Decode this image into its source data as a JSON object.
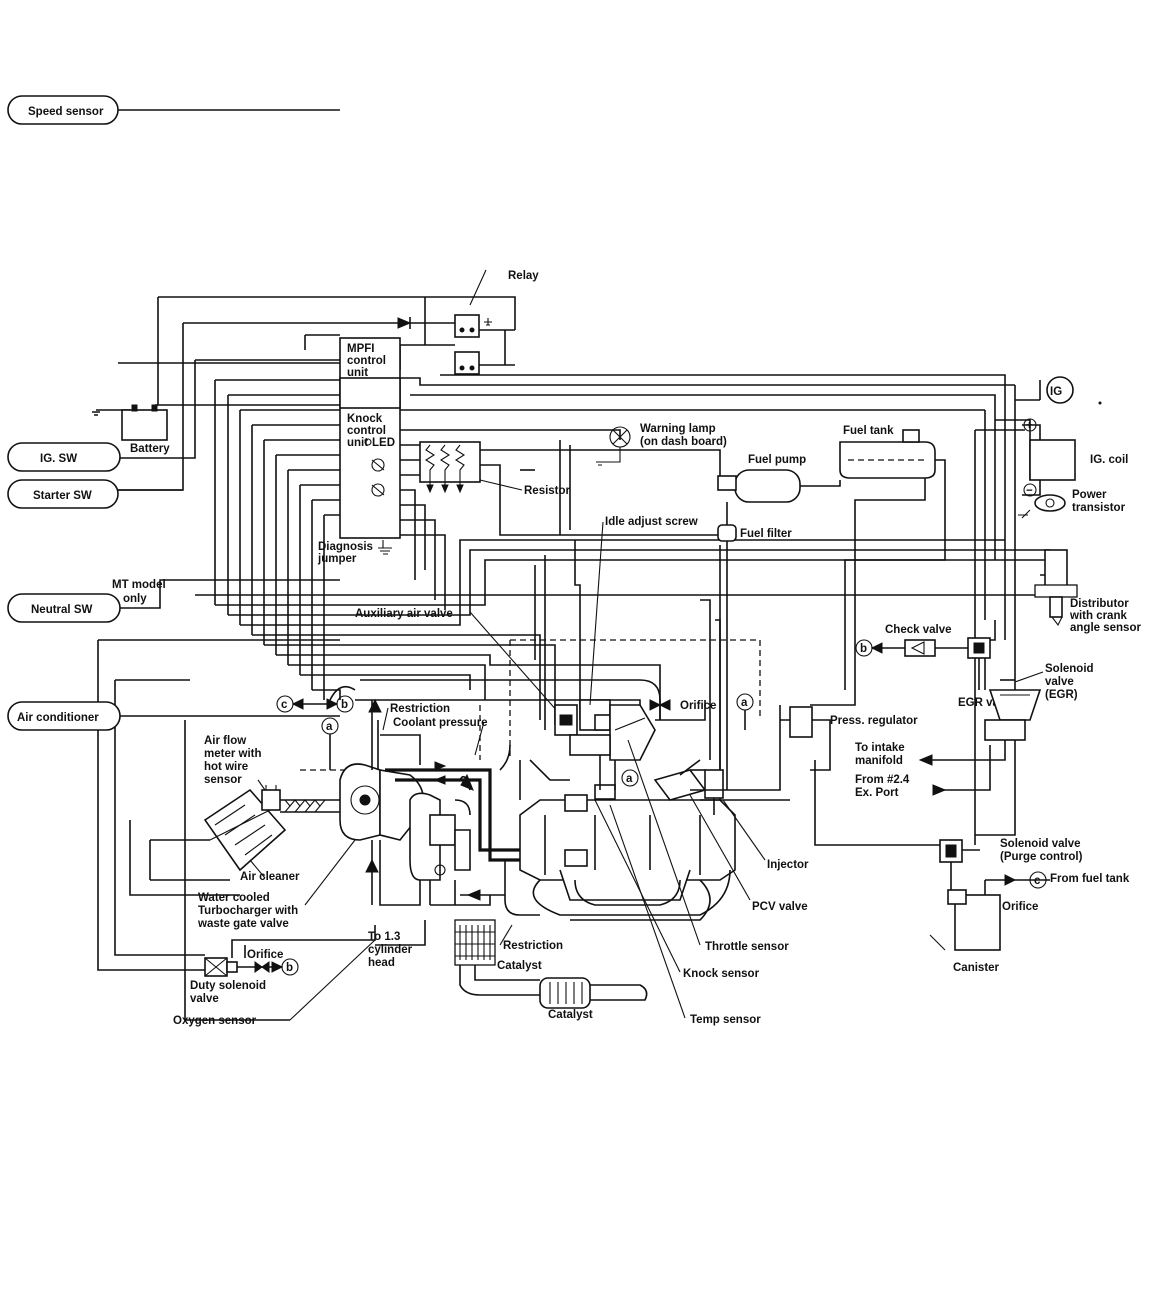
{
  "labels": {
    "relay": "Relay",
    "speed_sensor": "Speed sensor",
    "battery": "Battery",
    "ig_sw": "IG. SW",
    "starter_sw": "Starter SW",
    "mt_model": "MT model",
    "mt_only": "only",
    "neutral_sw": "Neutral SW",
    "air_conditioner": "Air conditioner",
    "mpfi_1": "MPFI",
    "mpfi_2": "control",
    "mpfi_3": "unit",
    "knock_1": "Knock",
    "knock_2": "control",
    "knock_3": "unit",
    "led": "LED",
    "diagnosis_1": "Diagnosis",
    "diagnosis_2": "jumper",
    "warning_1": "Warning lamp",
    "warning_2": "(on dash board)",
    "resistor": "Resistor",
    "fuel_pump": "Fuel pump",
    "fuel_tank": "Fuel tank",
    "ig": "IG",
    "ig_coil": "IG. coil",
    "power_1": "Power",
    "power_2": "transistor",
    "idle_adjust": "Idle adjust screw",
    "fuel_filter": "Fuel filter",
    "distributor_1": "Distributor",
    "distributor_2": "with crank",
    "distributor_3": "angle sensor",
    "check_valve": "Check valve",
    "solenoid_egr_1": "Solenoid",
    "solenoid_egr_2": "valve",
    "solenoid_egr_3": "(EGR)",
    "egr_valve": "EGR valve",
    "auxiliary_air": "Auxiliary air valve",
    "restriction_top": "Restriction",
    "coolant_pressure": "Coolant pressure",
    "orifice_mid": "Orifice",
    "press_regulator": "Press. regulator",
    "to_intake_1": "To intake",
    "to_intake_2": "manifold",
    "from_24_1": "From #2.4",
    "from_24_2": "Ex. Port",
    "airflow_1": "Air flow",
    "airflow_2": "meter with",
    "airflow_3": "hot wire",
    "airflow_4": "sensor",
    "air_cleaner": "Air cleaner",
    "turbo_1": "Water cooled",
    "turbo_2": "Turbocharger with",
    "turbo_3": "waste gate valve",
    "orifice_left": "Orifice",
    "duty_1": "Duty solenoid",
    "duty_2": "valve",
    "oxygen_sensor": "Oxygen sensor",
    "to13_1": "To 1.3",
    "to13_2": "cylinder",
    "to13_3": "head",
    "restriction_bottom": "Restriction",
    "catalyst_1": "Catalyst",
    "catalyst_2": "Catalyst",
    "injector": "Injector",
    "pcv_valve": "PCV valve",
    "throttle_sensor": "Throttle sensor",
    "knock_sensor": "Knock sensor",
    "temp_sensor": "Temp sensor",
    "solenoid_purge_1": "Solenoid valve",
    "solenoid_purge_2": "(Purge control)",
    "from_fuel_tank": "From fuel tank",
    "orifice_right": "Orifice",
    "canister": "Canister",
    "mark_a": "a",
    "mark_b": "b",
    "mark_c": "c",
    "plus": "+",
    "minus": "−"
  }
}
